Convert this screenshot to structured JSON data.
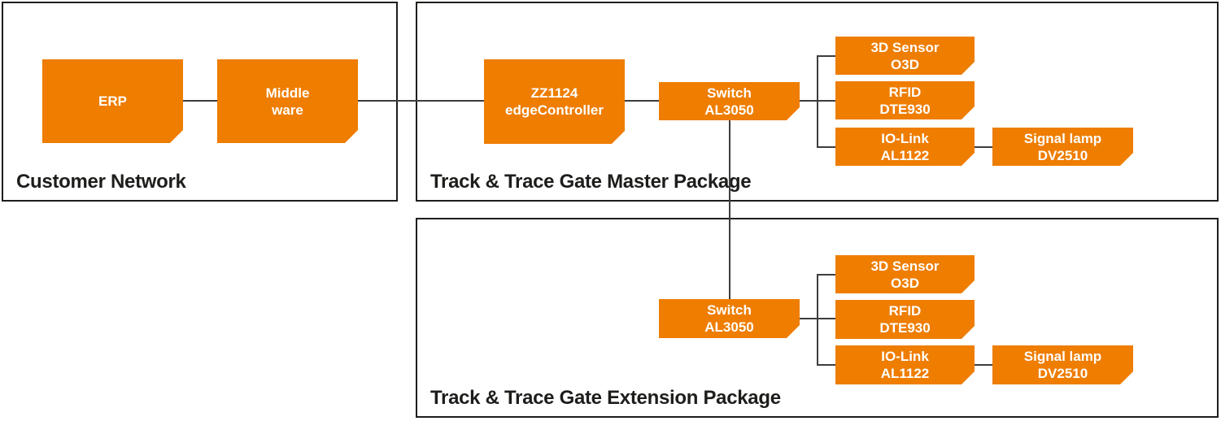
{
  "colors": {
    "box": "#EE7D00",
    "box_text": "#FFFFFF",
    "connector": "#3D3D3D",
    "container_border": "#1D1D1B",
    "label_text": "#1D1D1B",
    "background": "#FFFFFF"
  },
  "containers": {
    "customer_network": {
      "label": "Customer Network"
    },
    "master_package": {
      "label": "Track & Trace Gate Master Package"
    },
    "extension_package": {
      "label": "Track & Trace Gate Extension Package"
    }
  },
  "nodes": {
    "erp": {
      "line1": "ERP"
    },
    "middleware": {
      "line1": "Middle",
      "line2": "ware"
    },
    "edge_controller": {
      "line1": "ZZ1124",
      "line2": "edgeController"
    },
    "master_switch": {
      "line1": "Switch",
      "line2": "AL3050"
    },
    "master_3d_sensor": {
      "line1": "3D Sensor",
      "line2": "O3D"
    },
    "master_rfid": {
      "line1": "RFID",
      "line2": "DTE930"
    },
    "master_io_link": {
      "line1": "IO-Link",
      "line2": "AL1122"
    },
    "master_signal_lamp": {
      "line1": "Signal lamp",
      "line2": "DV2510"
    },
    "extension_switch": {
      "line1": "Switch",
      "line2": "AL3050"
    },
    "extension_3d_sensor": {
      "line1": "3D Sensor",
      "line2": "O3D"
    },
    "extension_rfid": {
      "line1": "RFID",
      "line2": "DTE930"
    },
    "extension_io_link": {
      "line1": "IO-Link",
      "line2": "AL1122"
    },
    "extension_signal_lamp": {
      "line1": "Signal lamp",
      "line2": "DV2510"
    }
  }
}
